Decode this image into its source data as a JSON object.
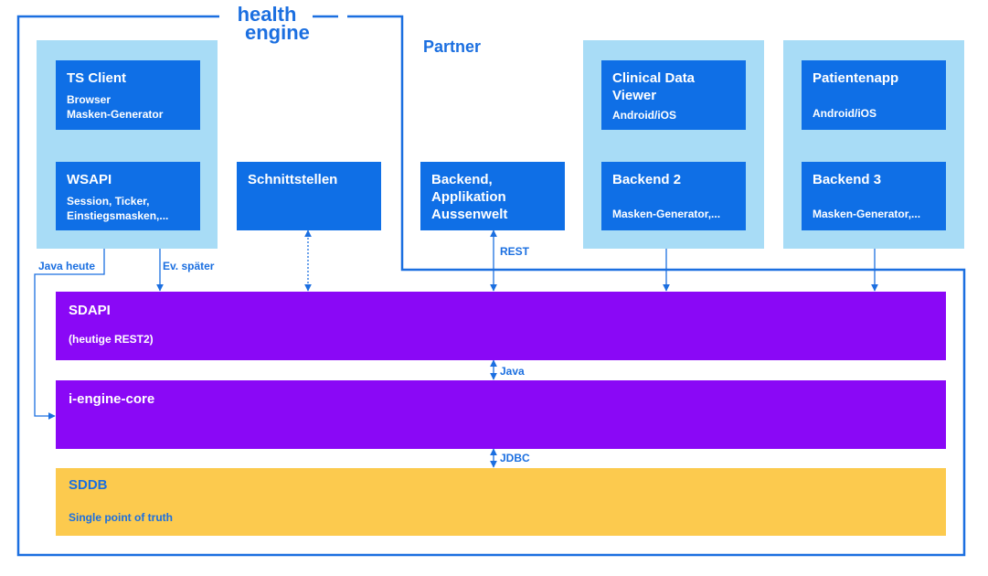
{
  "brand": {
    "line1": "health",
    "line2": "engine"
  },
  "partner_label": "Partner",
  "boxes": {
    "ts_client": {
      "title": "TS Client",
      "sub": "Browser\nMasken-Generator"
    },
    "wsapi": {
      "title": "WSAPI",
      "sub": "Session, Ticker,\nEinstiegsmasken,..."
    },
    "schnittstellen": {
      "title": "Schnittstellen"
    },
    "backend": {
      "title": "Backend,\nApplikation\nAussenwelt"
    },
    "clinical_viewer": {
      "title": "Clinical Data\nViewer",
      "sub": "Android/iOS"
    },
    "backend2": {
      "title": "Backend 2",
      "sub": "Masken-Generator,..."
    },
    "patientenapp": {
      "title": "Patientenapp",
      "sub": "Android/iOS"
    },
    "backend3": {
      "title": "Backend 3",
      "sub": "Masken-Generator,..."
    }
  },
  "layers": {
    "sdapi": {
      "title": "SDAPI",
      "sub": "(heutige REST2)"
    },
    "core": {
      "title": "i-engine-core"
    },
    "sddb": {
      "title": "SDDB",
      "sub": "Single point of truth"
    }
  },
  "edge_labels": {
    "java_heute": "Java heute",
    "ev_spaeter": "Ev. später",
    "rest": "REST",
    "java": "Java",
    "jdbc": "JDBC"
  },
  "colors": {
    "blue": "#0f6fe6",
    "light_blue": "#a8dcf6",
    "purple": "#8a08f6",
    "yellow": "#fcca4e",
    "line": "#1b6fe0"
  }
}
